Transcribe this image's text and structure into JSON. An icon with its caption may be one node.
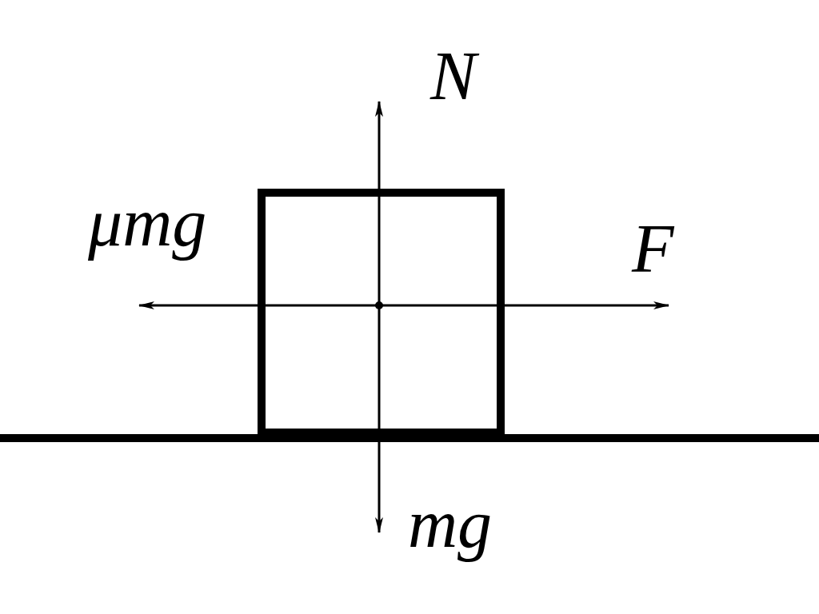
{
  "diagram": {
    "labels": [
      "N",
      "μmg",
      "F",
      "mg"
    ]
  }
}
